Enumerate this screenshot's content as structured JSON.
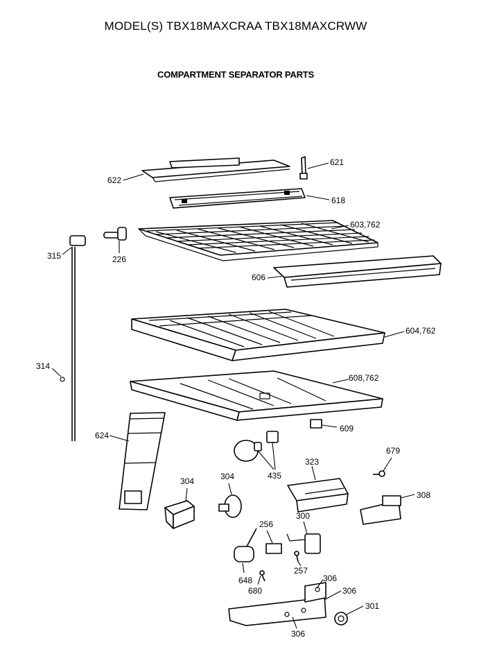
{
  "header": {
    "model_title": "MODEL(S) TBX18MAXCRAA  TBX18MAXCRWW",
    "section_title": "COMPARTMENT SEPARATOR PARTS"
  },
  "callouts": {
    "c621": "621",
    "c622": "622",
    "c618": "618",
    "c603": "603,762",
    "c315": "315",
    "c226": "226",
    "c606": "606",
    "c604": "604,762",
    "c314": "314",
    "c608": "608,762",
    "c609": "609",
    "c624": "624",
    "c435": "435",
    "c323": "323",
    "c679": "679",
    "c308": "308",
    "c304a": "304",
    "c304b": "304",
    "c256": "256",
    "c300": "300",
    "c257": "257",
    "c648": "648",
    "c680": "680",
    "c306a": "306",
    "c306b": "306",
    "c306c": "306",
    "c301": "301"
  }
}
